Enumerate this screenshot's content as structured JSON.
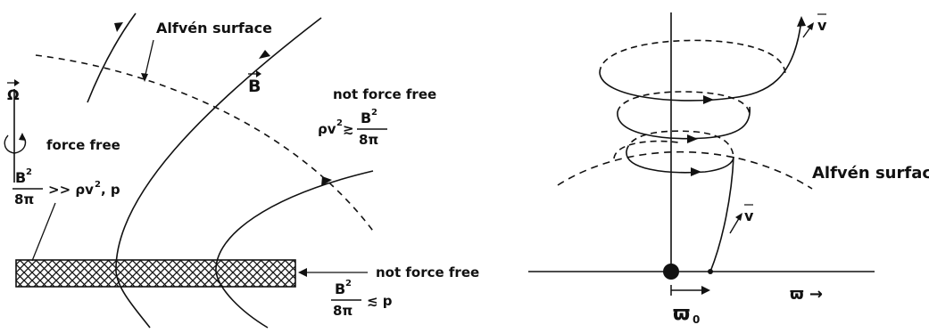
{
  "left_panel": {
    "alfven_label": "Alfvén surface",
    "b_vector": "B",
    "omega_vector": "Ω",
    "force_free": "force free",
    "force_free_cond": {
      "frac_num": "B",
      "frac_exp": "2",
      "frac_den": "8π",
      "rest_a": ">> ρv",
      "rest_exp": "2",
      "rest_b": ", p"
    },
    "not_force_free_top": "not force free",
    "top_cond": {
      "lhs": "ρv",
      "lhs_exp": "2",
      "rel": "≳",
      "frac_num": "B",
      "frac_exp": "2",
      "frac_den": "8π"
    },
    "not_force_free_disk": "not force free",
    "disk_cond": {
      "frac_num": "B",
      "frac_exp": "2",
      "frac_den": "8π",
      "rel": "≲ p"
    }
  },
  "right_panel": {
    "alfven_label": "Alfvén surface",
    "v_vector_top": "v",
    "v_vector_low": "v",
    "varpi0_label": "ϖ",
    "varpi0_sub": "0",
    "varpi_axis": "ϖ →"
  }
}
